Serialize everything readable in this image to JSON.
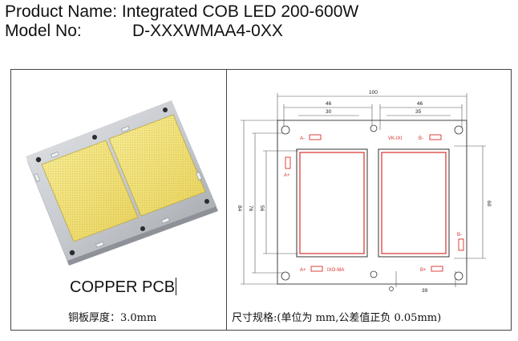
{
  "header": {
    "product_label": "Product Name:",
    "product_value": "Integrated COB LED 200-600W",
    "model_label": "Model No:",
    "model_value": "D-XXXWMAA4-0XX"
  },
  "left_panel": {
    "pcb_label": "COPPER PCB",
    "thickness_caption": "铜板厚度：3.0mm"
  },
  "right_panel": {
    "spec_caption": "尺寸规格:(单位为 mm,公差值正负 0.05mm)",
    "dimensions": {
      "total_width": "100",
      "left_half": "46",
      "right_half": "46",
      "left_inner": "30",
      "right_inner": "35",
      "bottom_width": "39",
      "overall_height": "84",
      "height_a": "76",
      "height_b": "56",
      "right_height": "60"
    },
    "pad_labels": {
      "a_minus_top": "A-",
      "a_plus_side": "A+",
      "b_minus_top": "B-",
      "b_minus_side": "B-",
      "b_plus_bottom": "B+",
      "a_plus_bottom": "A+",
      "vk_top": "VK-IXI",
      "ixo_bottom": "IXO-MA"
    }
  },
  "colors": {
    "pcb_silver": "#c9ccd1",
    "led_yellow": "#f2e37a",
    "drawing_red": "#d9302a"
  }
}
